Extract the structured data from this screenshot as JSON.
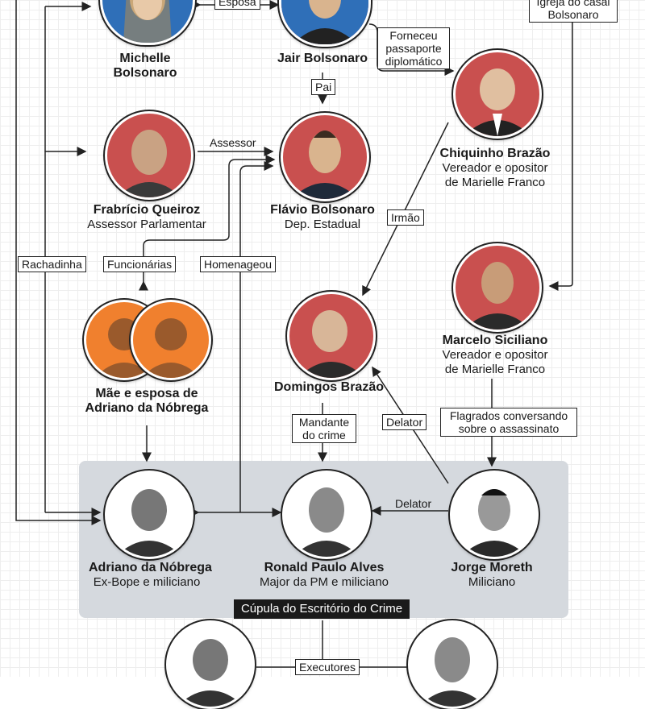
{
  "people": {
    "michelle": {
      "name": "Michelle\nBolsonaro",
      "role": ""
    },
    "jair": {
      "name": "Jair Bolsonaro",
      "role": ""
    },
    "queiroz": {
      "name": "Frabrício Queiroz",
      "role": "Assessor Parlamentar"
    },
    "flavio": {
      "name": "Flávio Bolsonaro",
      "role": "Dep. Estadual"
    },
    "chiquinho": {
      "name": "Chiquinho Brazão",
      "role": "Vereador e opositor\nde Marielle Franco"
    },
    "marcelo": {
      "name": "Marcelo Siciliano",
      "role": "Vereador e opositor\nde Marielle Franco"
    },
    "domingos": {
      "name": "Domingos Brazão",
      "role": ""
    },
    "maes": {
      "name": "Mãe e esposa de\nAdriano da Nóbrega",
      "role": ""
    },
    "adriano": {
      "name": "Adriano da Nóbrega",
      "role": "Ex-Bope e miliciano"
    },
    "ronald": {
      "name": "Ronald Paulo Alves",
      "role": "Major da PM e miliciano"
    },
    "jorge": {
      "name": "Jorge Moreth",
      "role": "Miliciano"
    }
  },
  "relations": {
    "esposa": "Esposa",
    "igreja": "Igreja do casal\nBolsonaro",
    "forneceu": "Forneceu\npassaporte\ndiplomático",
    "pai": "Pai",
    "assessor": "Assessor",
    "irmao": "Irmão",
    "rachadinha": "Rachadinha",
    "funcionarias": "Funcionárias",
    "homenageou": "Homenageou",
    "mandante": "Mandante\ndo crime",
    "delator1": "Delator",
    "delator2": "Delator",
    "flagrados": "Flagrados conversando\nsobre o assassinato",
    "executores": "Executores"
  },
  "group_label": "Cúpula do Escritório do Crime",
  "colors": {
    "politician_bg": "#c9504f",
    "michelle_bg": "#2f6fb8",
    "family_bg": "#f0802e",
    "militia_bg": "#ffffff",
    "group_bg": "#d5d9de"
  }
}
